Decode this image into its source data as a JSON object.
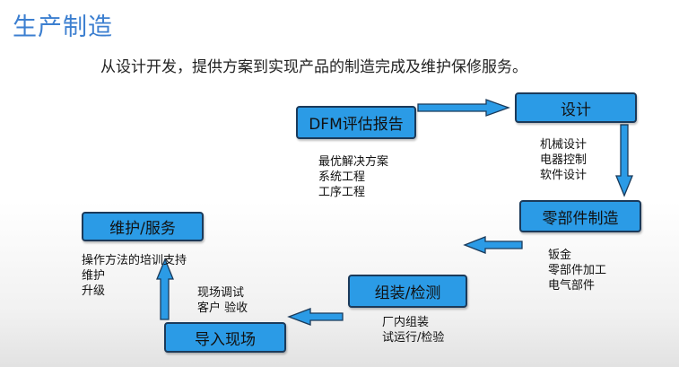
{
  "header": {
    "title": "生产制造",
    "subtitle": "从设计开发，提供方案到实现产品的制造完成及维护保修服务。"
  },
  "steps": {
    "dfm": {
      "label": "DFM评估报告",
      "notes": [
        "最优解决方案",
        "系统工程",
        "工序工程"
      ]
    },
    "design": {
      "label": "设计",
      "notes": [
        "机械设计",
        "电器控制",
        "软件设计"
      ]
    },
    "parts": {
      "label": "零部件制造",
      "notes": [
        "钣金",
        "零部件加工",
        "电气部件"
      ]
    },
    "assembly": {
      "label": "组装/检测",
      "notes": [
        "厂内组装",
        "试运行/检验"
      ]
    },
    "install": {
      "label": "导入现场",
      "notes": [
        "现场调试",
        "客户 验收"
      ]
    },
    "maintain": {
      "label": "维护/服务",
      "notes": [
        "操作方法的培训支持",
        "维护",
        "升级"
      ]
    }
  },
  "colors": {
    "box_fill": "#2b9be6",
    "box_border": "#1b3a5a",
    "title": "#3c7fd0",
    "arrow_fill": "#2b9be6"
  }
}
